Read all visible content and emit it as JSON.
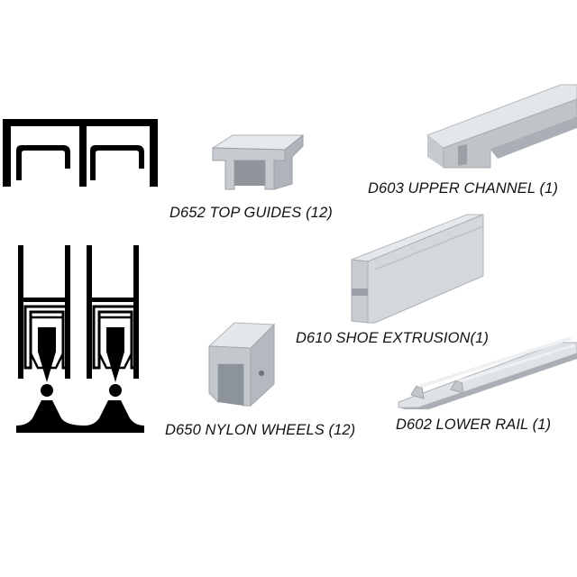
{
  "parts": [
    {
      "code": "D652",
      "label": "D652 TOP GUIDES (12)",
      "icon": "top-guide-icon"
    },
    {
      "code": "D603",
      "label": "D603 UPPER CHANNEL (1)",
      "icon": "upper-channel-icon"
    },
    {
      "code": "D610",
      "label": "D610 SHOE EXTRUSION(1)",
      "icon": "shoe-extrusion-icon"
    },
    {
      "code": "D650",
      "label": "D650 NYLON WHEELS (12)",
      "icon": "nylon-wheel-icon"
    },
    {
      "code": "D602",
      "label": "D602 LOWER RAIL (1)",
      "icon": "lower-rail-icon"
    }
  ],
  "colors": {
    "profile": "#000000",
    "aluminum_light": "#d9dde1",
    "aluminum_mid": "#b9bec4",
    "aluminum_dark": "#9aa0a6",
    "text": "#111111"
  }
}
